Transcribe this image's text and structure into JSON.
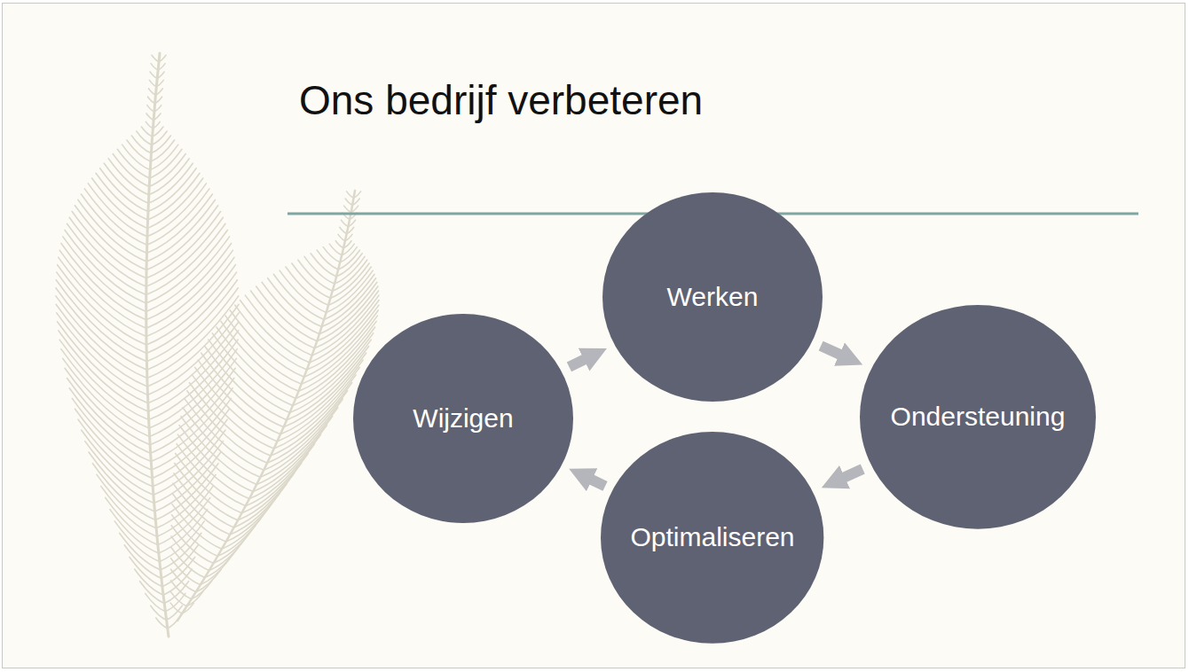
{
  "diagram": {
    "title": "Ons bedrijf verbeteren",
    "nodes": [
      {
        "text": [
          "Werken"
        ]
      },
      {
        "text": [
          "Ondersteuning"
        ]
      },
      {
        "text": [
          "Optimaliseren"
        ]
      },
      {
        "text": [
          "Wijzigen"
        ]
      }
    ],
    "edges": [
      {
        "from": 0,
        "to": 1,
        "arrow": "to"
      },
      {
        "from": 1,
        "to": 2,
        "arrow": "to"
      },
      {
        "from": 2,
        "to": 3,
        "arrow": "to"
      },
      {
        "from": 3,
        "to": 0,
        "arrow": "to"
      }
    ]
  }
}
